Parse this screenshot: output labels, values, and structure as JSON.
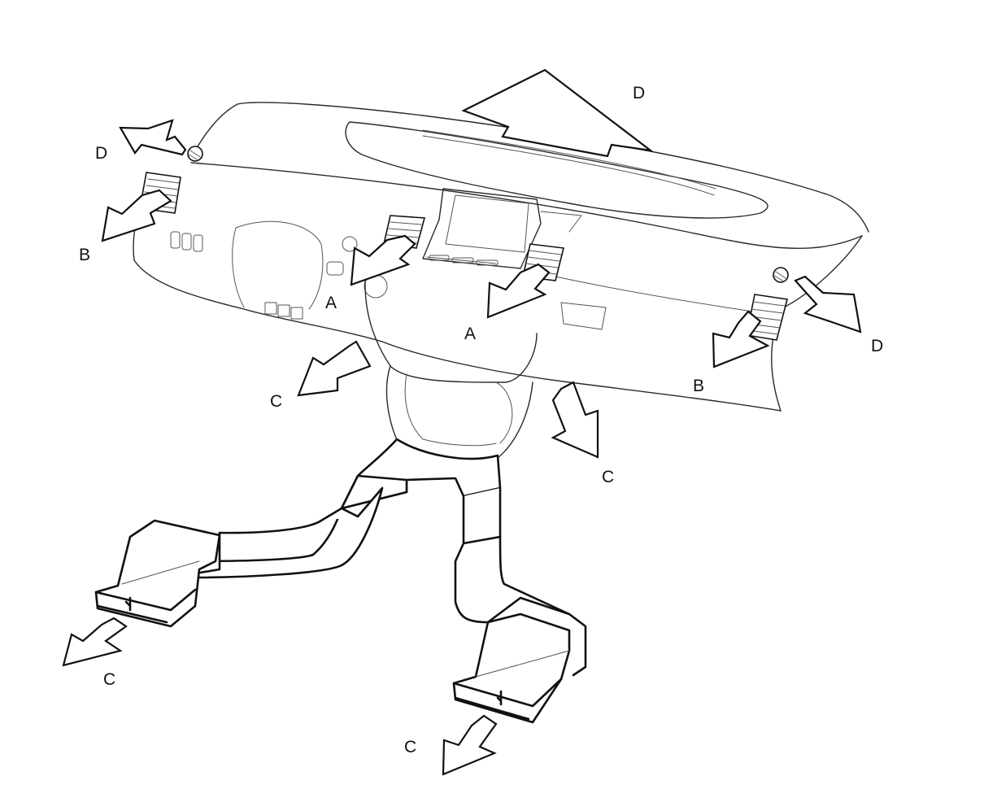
{
  "labels": {
    "a_left": "A",
    "a_right": "A",
    "b_left": "B",
    "b_right": "B",
    "c_center_left": "C",
    "c_center_right": "C",
    "c_foot_left": "C",
    "c_foot_right": "C",
    "d_left": "D",
    "d_top": "D",
    "d_right": "D"
  },
  "icons": {
    "arrow": "hollow-block-arrow",
    "vent": "louvred-vent-grille",
    "defrost": "side-window-demist-outlet"
  }
}
